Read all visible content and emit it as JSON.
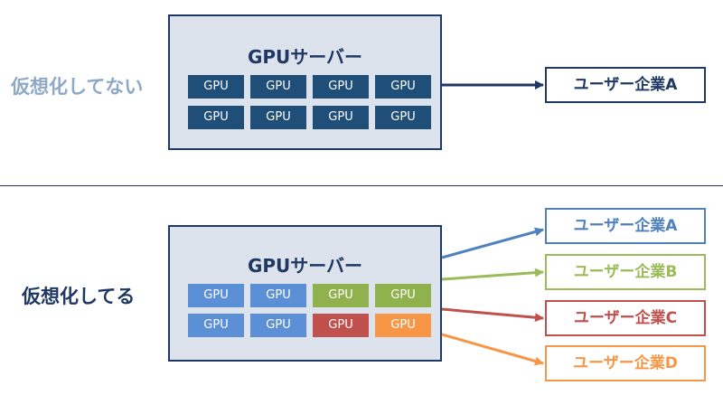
{
  "top": {
    "label": "仮想化してない",
    "server_title": "GPUサーバー",
    "gpus": [
      {
        "label": "GPU",
        "color": "#1f4e79"
      },
      {
        "label": "GPU",
        "color": "#1f4e79"
      },
      {
        "label": "GPU",
        "color": "#1f4e79"
      },
      {
        "label": "GPU",
        "color": "#1f4e79"
      },
      {
        "label": "GPU",
        "color": "#1f4e79"
      },
      {
        "label": "GPU",
        "color": "#1f4e79"
      },
      {
        "label": "GPU",
        "color": "#1f4e79"
      },
      {
        "label": "GPU",
        "color": "#1f4e79"
      }
    ],
    "company": {
      "label": "ユーザー企業A",
      "color": "#1f3864"
    }
  },
  "bottom": {
    "label": "仮想化してる",
    "server_title": "GPUサーバー",
    "gpus": [
      {
        "label": "GPU",
        "color": "#5b8fd6"
      },
      {
        "label": "GPU",
        "color": "#5b8fd6"
      },
      {
        "label": "GPU",
        "color": "#8fb24e"
      },
      {
        "label": "GPU",
        "color": "#8fb24e"
      },
      {
        "label": "GPU",
        "color": "#5b8fd6"
      },
      {
        "label": "GPU",
        "color": "#5b8fd6"
      },
      {
        "label": "GPU",
        "color": "#c0504d"
      },
      {
        "label": "GPU",
        "color": "#f79646"
      }
    ],
    "companies": [
      {
        "label": "ユーザー企業A",
        "color": "#4f81bd"
      },
      {
        "label": "ユーザー企業B",
        "color": "#9bbb59"
      },
      {
        "label": "ユーザー企業C",
        "color": "#c0504d"
      },
      {
        "label": "ユーザー企業D",
        "color": "#f79646"
      }
    ]
  }
}
